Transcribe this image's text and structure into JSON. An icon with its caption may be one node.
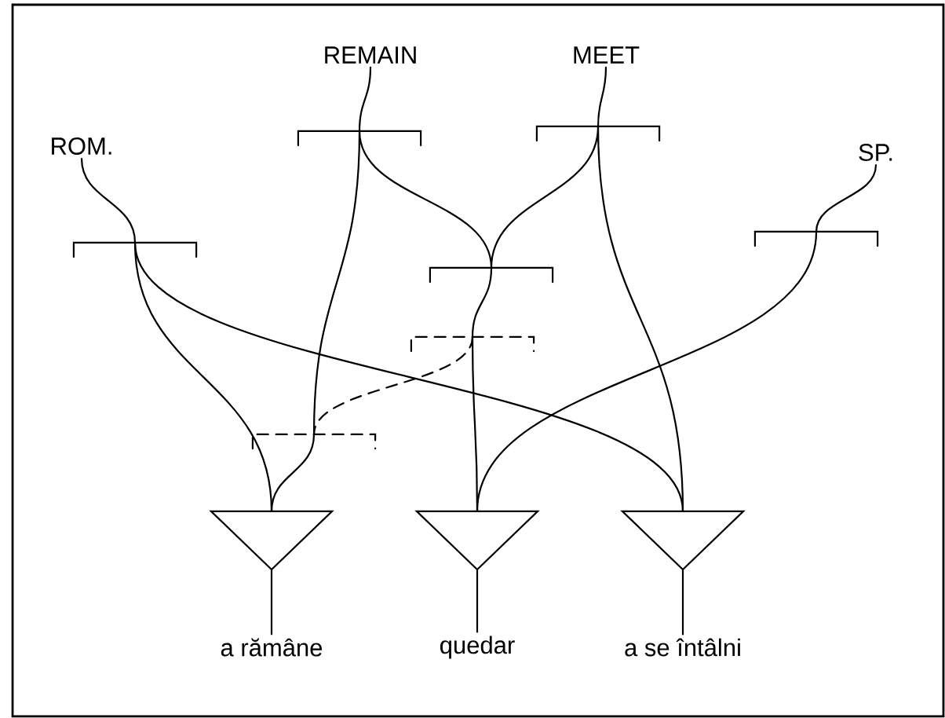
{
  "diagram": {
    "nodes": [
      {
        "text": [
          "REMAIN"
        ]
      },
      {
        "text": [
          "MEET"
        ]
      },
      {
        "text": [],
        "shape": "bracket"
      },
      {
        "text": [],
        "shape": "bracket"
      },
      {
        "text": [
          "ROM."
        ]
      },
      {
        "text": [
          "SP."
        ]
      },
      {
        "text": [],
        "shape": "bracket"
      },
      {
        "text": [],
        "shape": "bracket"
      },
      {
        "text": [],
        "shape": "bracket"
      },
      {
        "text": [],
        "shape": "bracket"
      },
      {
        "text": [],
        "shape": "bracket"
      },
      {
        "text": [],
        "shape": "triangle"
      },
      {
        "text": [],
        "shape": "triangle"
      },
      {
        "text": [],
        "shape": "triangle"
      },
      {
        "text": [
          "a rămâne"
        ]
      },
      {
        "text": [
          "quedar"
        ]
      },
      {
        "text": [
          "a se întâlni"
        ]
      }
    ],
    "edges": [
      {
        "from": 0,
        "to": 2,
        "arrow": "none"
      },
      {
        "from": 1,
        "to": 3,
        "arrow": "none"
      },
      {
        "from": 4,
        "to": 7,
        "arrow": "none"
      },
      {
        "from": 5,
        "to": 6,
        "arrow": "none"
      },
      {
        "from": 7,
        "to": 11,
        "arrow": "none"
      },
      {
        "from": 7,
        "to": 13,
        "arrow": "none"
      },
      {
        "from": 2,
        "to": 10,
        "arrow": "none"
      },
      {
        "from": 10,
        "to": 11,
        "arrow": "none"
      },
      {
        "from": 2,
        "to": 8,
        "arrow": "none"
      },
      {
        "from": 3,
        "to": 8,
        "arrow": "none"
      },
      {
        "from": 8,
        "to": 9,
        "arrow": "none"
      },
      {
        "from": 9,
        "to": 12,
        "arrow": "none"
      },
      {
        "from": 9,
        "to": 10,
        "arrow": "none",
        "style": "dashed"
      },
      {
        "from": 3,
        "to": 13,
        "arrow": "none"
      },
      {
        "from": 6,
        "to": 12,
        "arrow": "none"
      },
      {
        "from": 11,
        "to": 14,
        "arrow": "none"
      },
      {
        "from": 12,
        "to": 15,
        "arrow": "none"
      },
      {
        "from": 13,
        "to": 16,
        "arrow": "none"
      }
    ]
  }
}
